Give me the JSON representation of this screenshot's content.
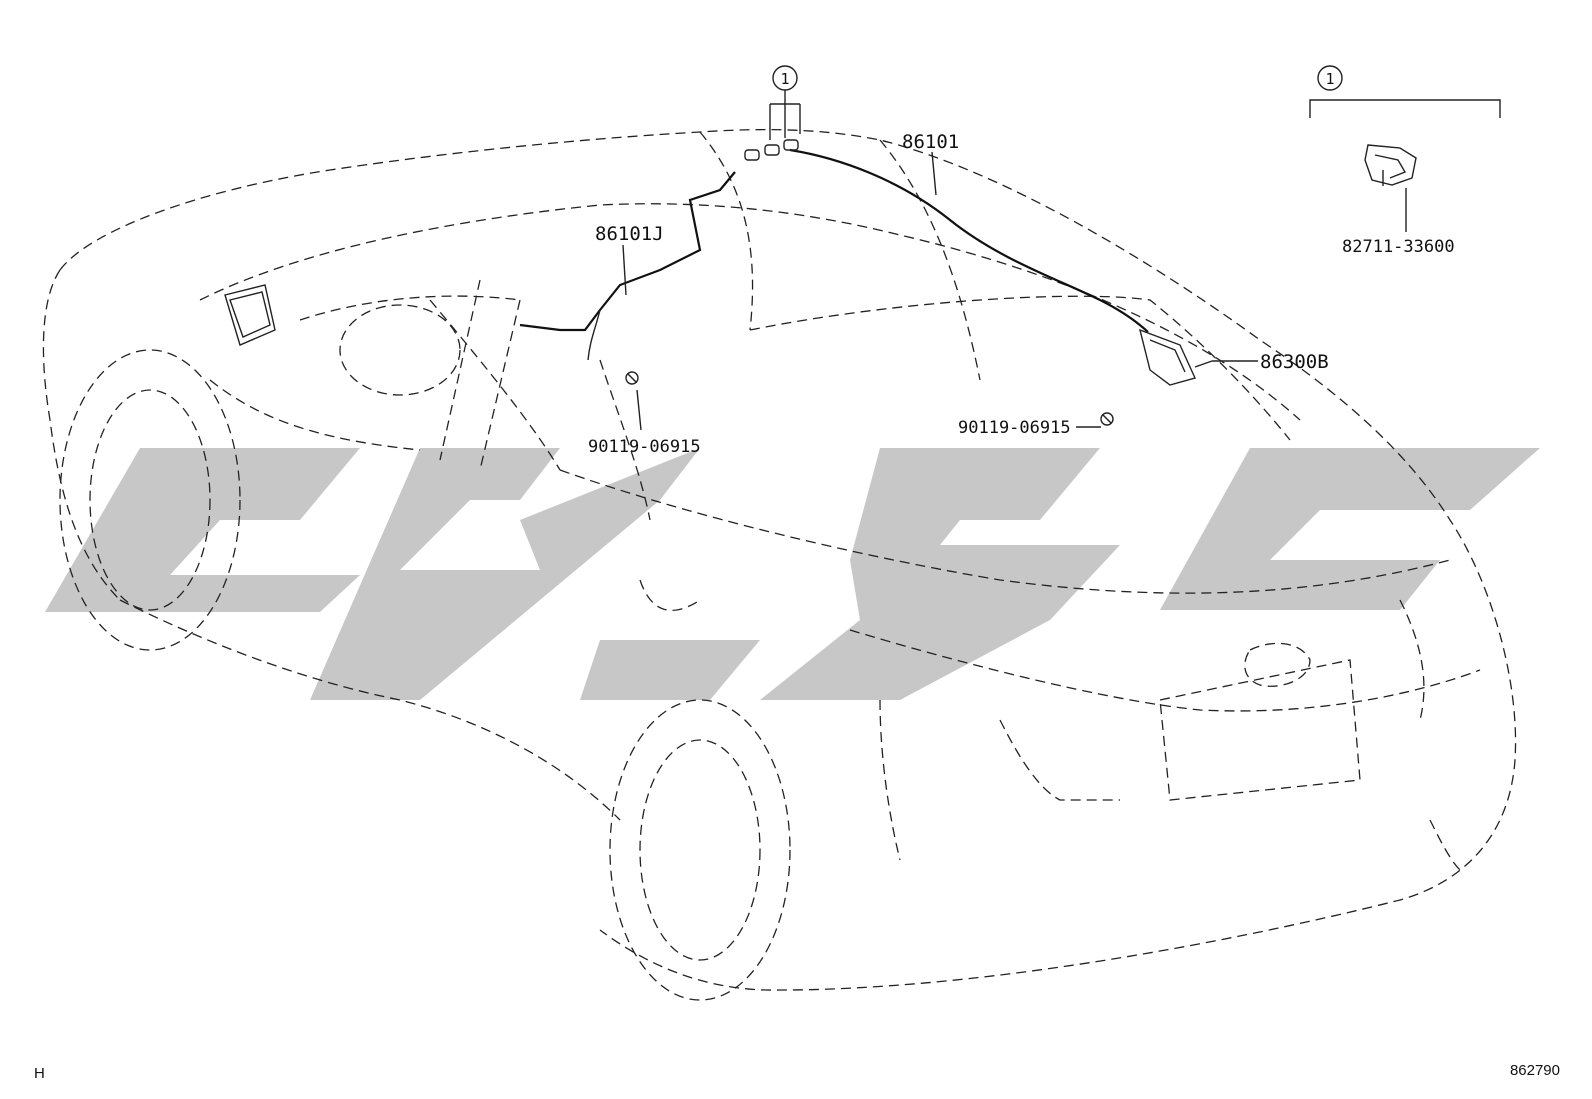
{
  "callouts": {
    "ref_one": "1",
    "part_86101": "86101",
    "part_86101J": "86101J",
    "part_86300B": "86300B",
    "bolt_left": "90119-06915",
    "bolt_right": "90119-06915",
    "clip_part": "82711-33600"
  },
  "footer": {
    "left_code": "H",
    "diagram_number": "862790"
  },
  "icons": [
    "car-outline",
    "antenna-cord",
    "antenna-amplifier",
    "bolt",
    "wire-clip"
  ]
}
